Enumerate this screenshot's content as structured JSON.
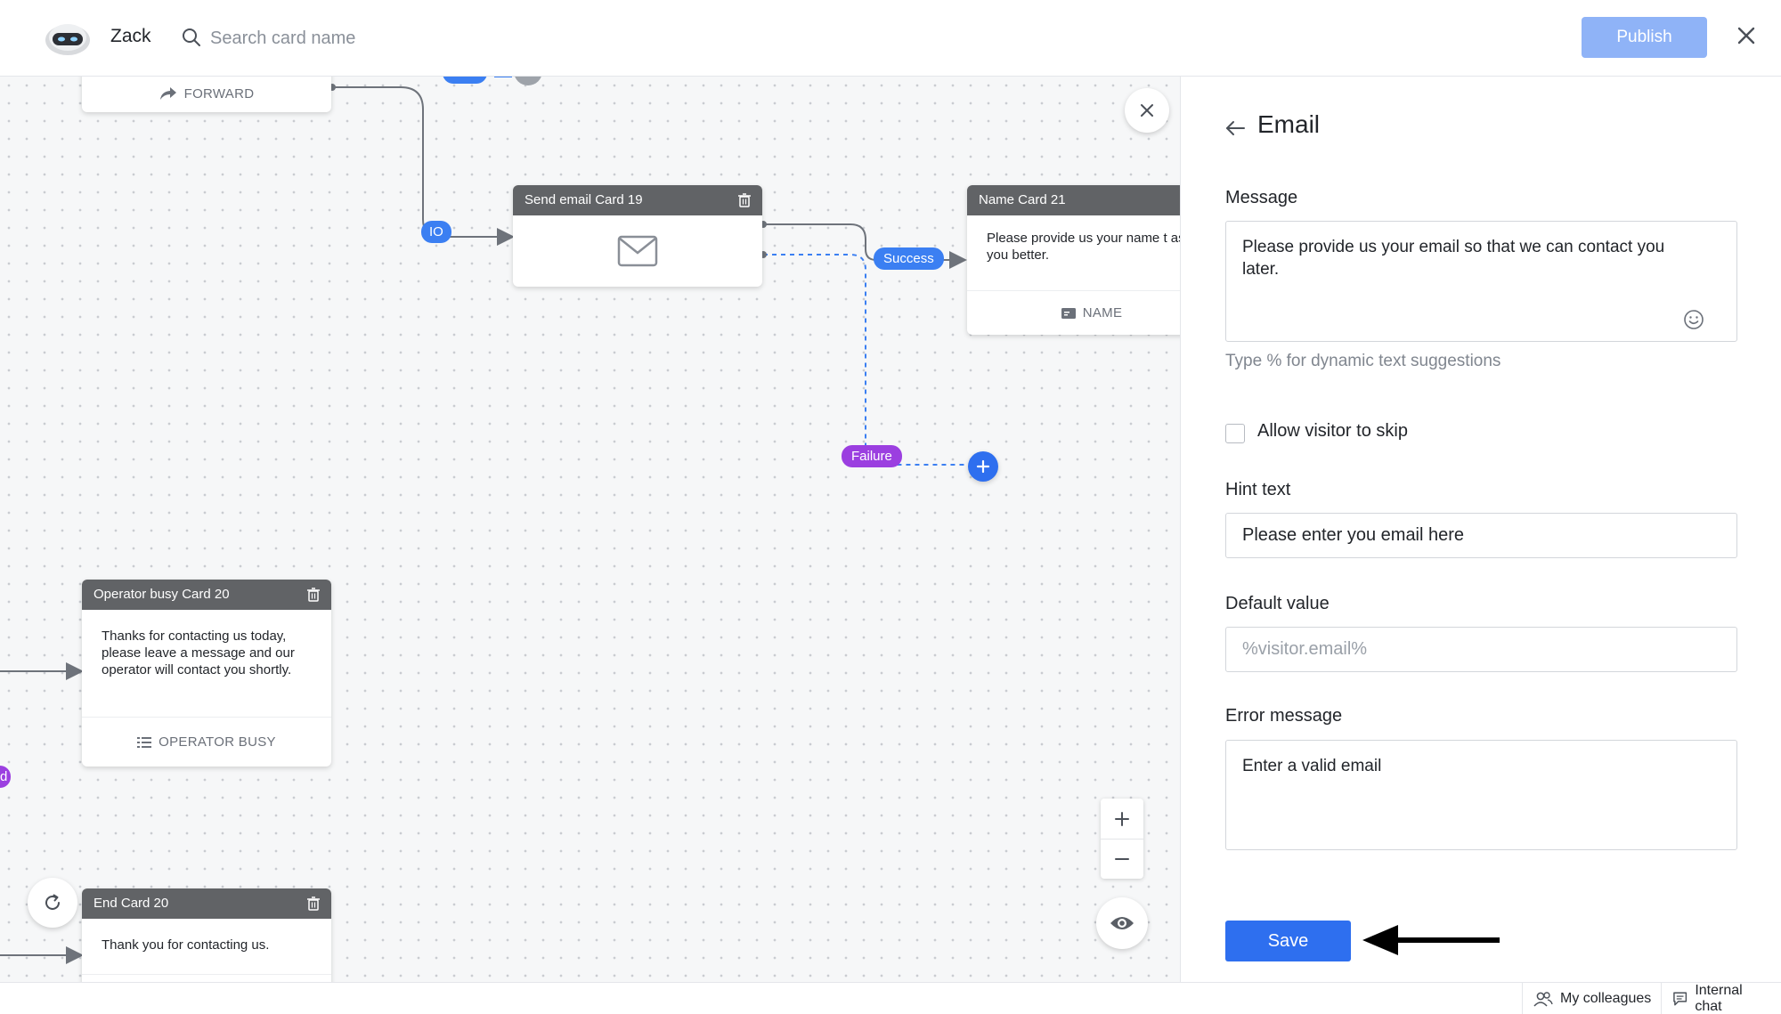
{
  "header": {
    "bot_name": "Zack",
    "search_placeholder": "Search card name",
    "publish_label": "Publish"
  },
  "canvas": {
    "cards": {
      "forward": {
        "footer": "FORWARD"
      },
      "send_email": {
        "title": "Send email Card 19"
      },
      "name_card": {
        "title": "Name Card 21",
        "body": "Please provide us your name t assist you better.",
        "footer": "NAME"
      },
      "operator_busy": {
        "title": "Operator busy Card 20",
        "body": "Thanks for contacting us today, please leave a message and our operator will contact you shortly.",
        "footer": "OPERATOR BUSY"
      },
      "end_card": {
        "title": "End Card 20",
        "body": "Thank you for contacting us."
      }
    },
    "badges": {
      "io": "IO",
      "success": "Success",
      "failure": "Failure",
      "edge_partial": "d"
    }
  },
  "panel": {
    "title": "Email",
    "message_label": "Message",
    "message_value": "Please provide us your email so that we can contact you later.",
    "dynamic_hint": "Type % for dynamic text suggestions",
    "skip_label": "Allow visitor to skip",
    "skip_checked": false,
    "hint_label": "Hint text",
    "hint_value": "Please enter you email here",
    "default_label": "Default value",
    "default_placeholder": "%visitor.email%",
    "error_label": "Error message",
    "error_value": "Enter a valid email",
    "save_label": "Save"
  },
  "footer": {
    "colleagues": "My colleagues",
    "internal_chat": "Internal chat"
  },
  "colors": {
    "accent": "#2e6fef",
    "publish_disabled": "#8fb3f7",
    "success_badge": "#3b7ff2",
    "failure_badge": "#9b3fe0",
    "card_header": "#616366"
  }
}
